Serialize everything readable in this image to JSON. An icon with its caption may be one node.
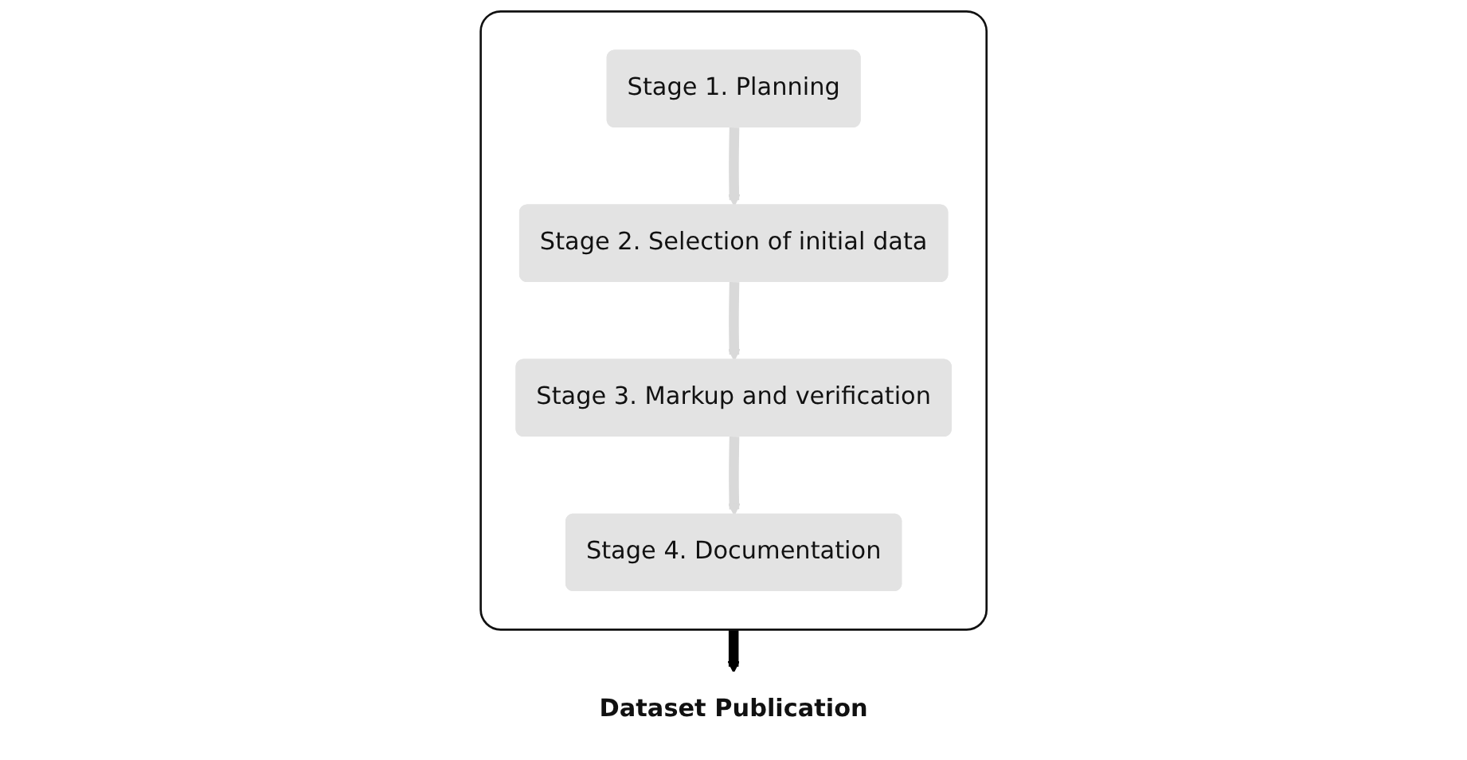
{
  "diagram": {
    "nodes": [
      {
        "text": [],
        "shape": "box"
      },
      {
        "text": [
          "Stage 1. Planning"
        ],
        "in": 0
      },
      {
        "text": [
          "Stage 2. Selection of initial data"
        ],
        "in": 0
      },
      {
        "text": [
          "Stage 3. Markup and verification"
        ],
        "in": 0
      },
      {
        "text": [
          "Stage 4. Documentation"
        ],
        "in": 0
      },
      {
        "text": [
          "Dataset Publication"
        ]
      }
    ],
    "edges": [
      {
        "from": 1,
        "to": 2,
        "arrow": "to"
      },
      {
        "from": 2,
        "to": 3,
        "arrow": "to"
      },
      {
        "from": 3,
        "to": 4,
        "arrow": "to"
      },
      {
        "from": 0,
        "to": 5,
        "arrow": "to",
        "color": "#000000"
      }
    ]
  }
}
